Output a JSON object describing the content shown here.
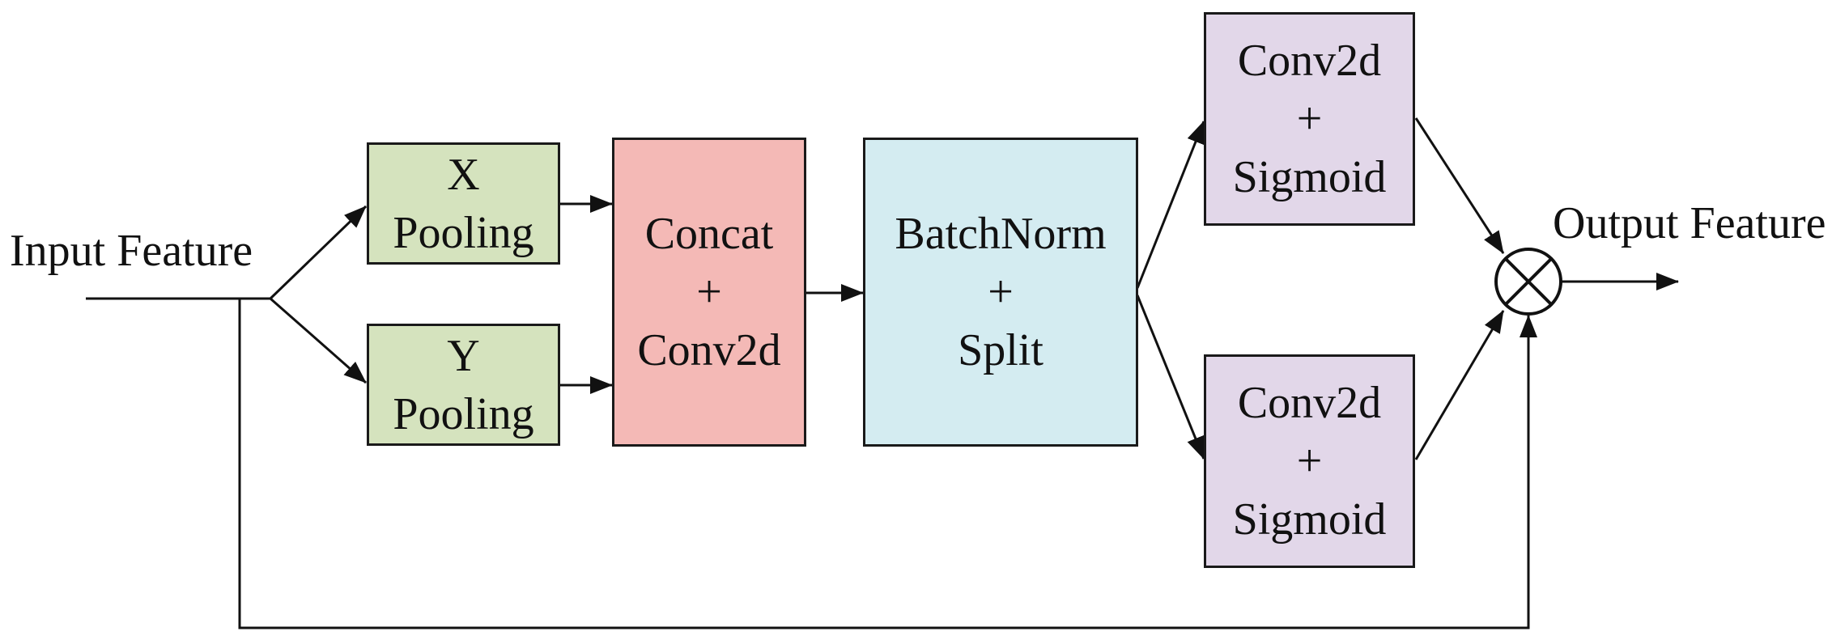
{
  "diagram": {
    "input_label": "Input Feature",
    "output_label": "Output Feature",
    "x_pool": {
      "line1": "X",
      "line2": "Pooling",
      "color": "#d5e3be"
    },
    "y_pool": {
      "line1": "Y",
      "line2": "Pooling",
      "color": "#d5e3be"
    },
    "concat": {
      "line1": "Concat",
      "line2": "+",
      "line3": "Conv2d",
      "color": "#f4b9b6"
    },
    "batchnorm": {
      "line1": "BatchNorm",
      "line2": "+",
      "line3": "Split",
      "color": "#d4ecf1"
    },
    "sig_top": {
      "line1": "Conv2d",
      "line2": "+",
      "line3": "Sigmoid",
      "color": "#e2d7e9"
    },
    "sig_bottom": {
      "line1": "Conv2d",
      "line2": "+",
      "line3": "Sigmoid",
      "color": "#e2d7e9"
    },
    "multiply_icon": "circled-times-icon",
    "line_color": "#111111"
  }
}
